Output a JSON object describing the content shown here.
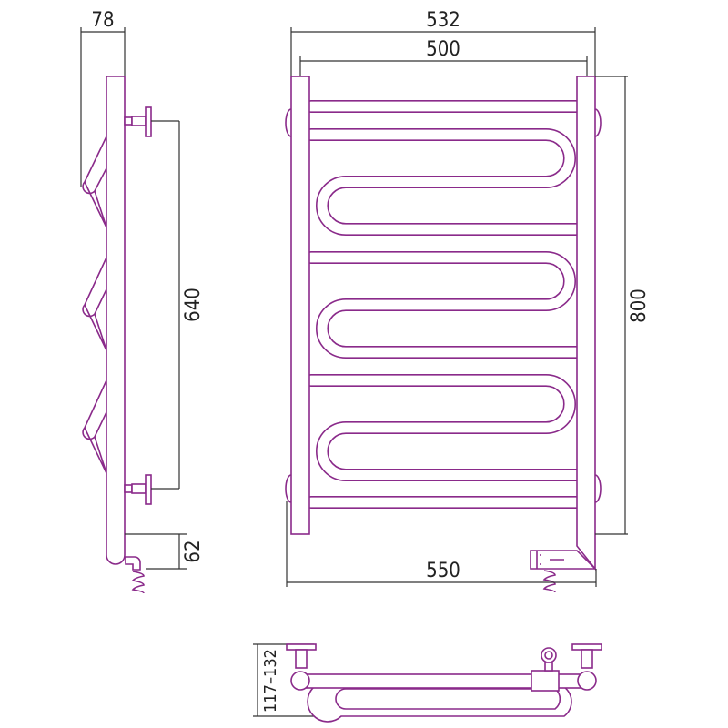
{
  "title": "Towel rail technical drawing",
  "color": "#8a2a8a",
  "dimensions": {
    "side_depth": "78",
    "connection_spacing": "640",
    "bottom_offset": "62",
    "overall_width": "532",
    "post_spacing": "500",
    "height": "800",
    "width_with_heater": "550",
    "wall_distance": "117–132"
  }
}
